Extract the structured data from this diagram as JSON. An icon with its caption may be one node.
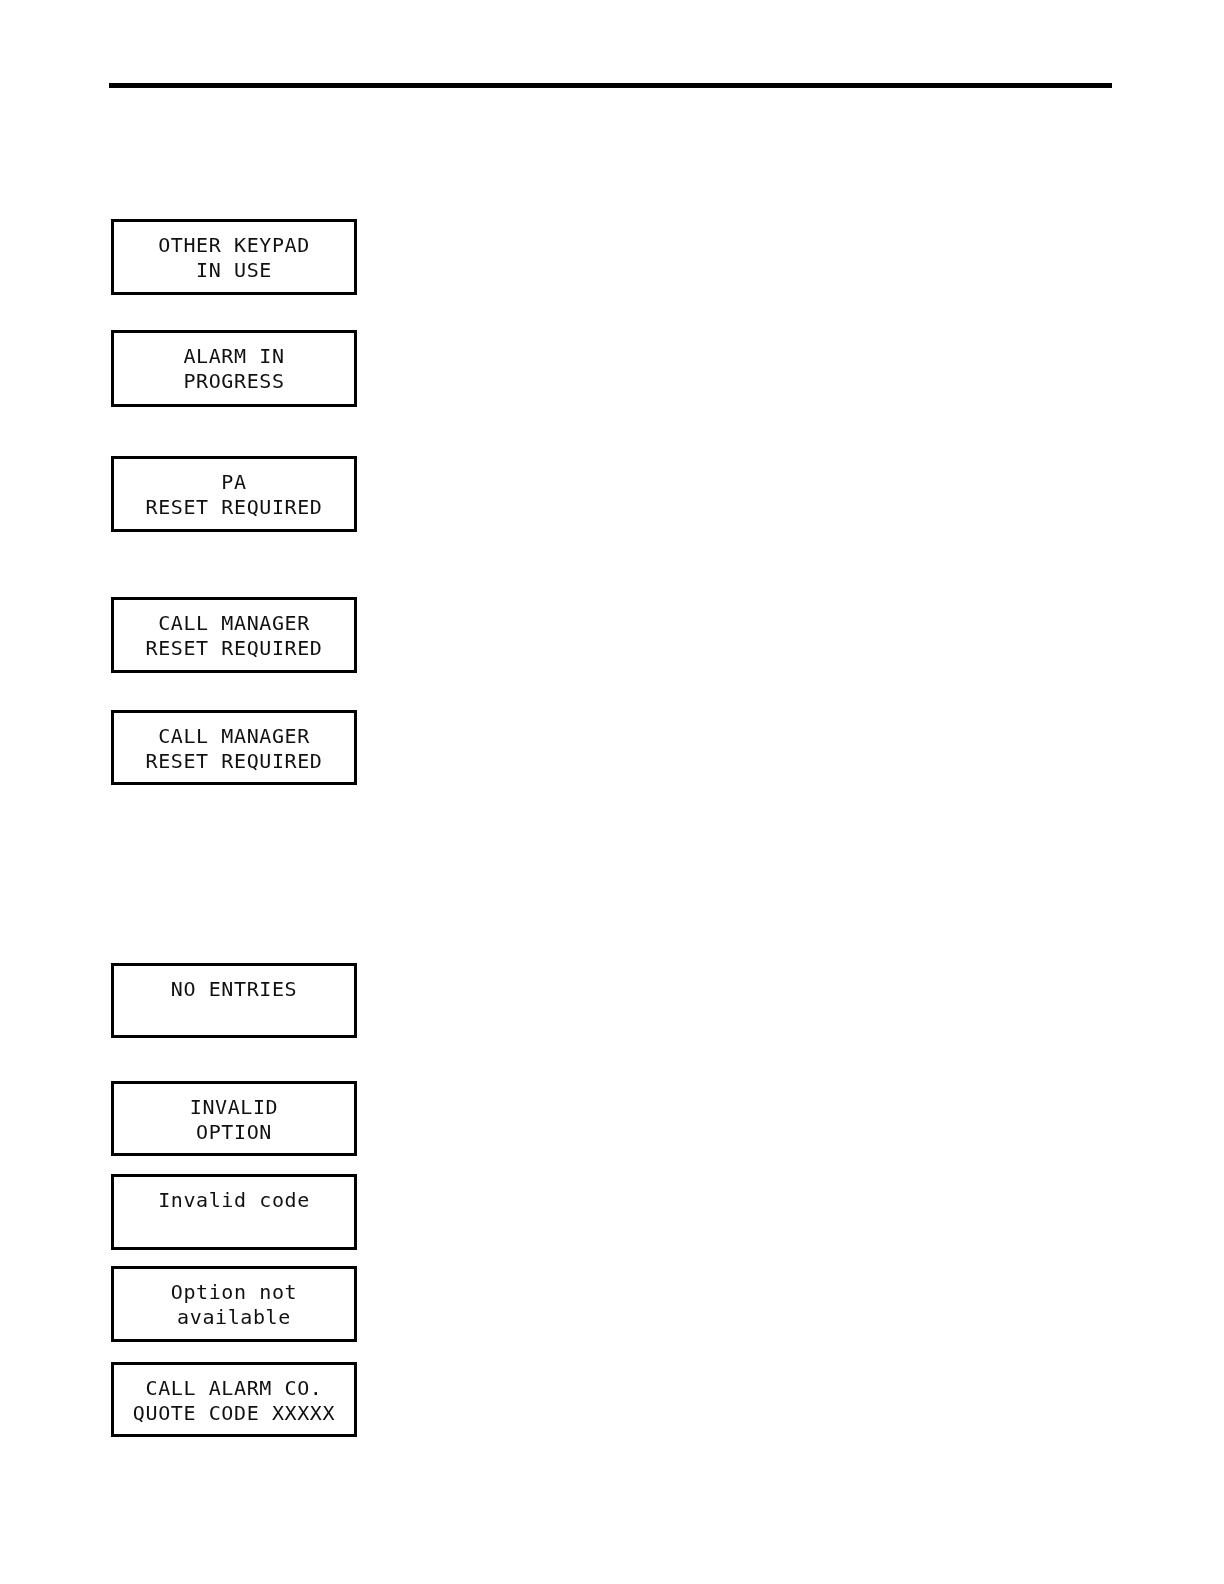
{
  "diagram": {
    "nodes": [
      {
        "text": [
          "OTHER KEYPAD",
          "IN USE"
        ]
      },
      {
        "text": [
          "ALARM IN",
          "PROGRESS"
        ]
      },
      {
        "text": [
          "PA",
          "RESET REQUIRED"
        ]
      },
      {
        "text": [
          "CALL MANAGER",
          "RESET REQUIRED"
        ]
      },
      {
        "text": [
          "CALL MANAGER",
          "RESET REQUIRED"
        ]
      },
      {
        "text": [
          "NO ENTRIES"
        ]
      },
      {
        "text": [
          "INVALID",
          "OPTION"
        ]
      },
      {
        "text": [
          "Invalid code"
        ]
      },
      {
        "text": [
          "Option not",
          "available"
        ]
      },
      {
        "text": [
          "CALL ALARM CO.",
          "QUOTE CODE XXXXX"
        ]
      }
    ]
  }
}
